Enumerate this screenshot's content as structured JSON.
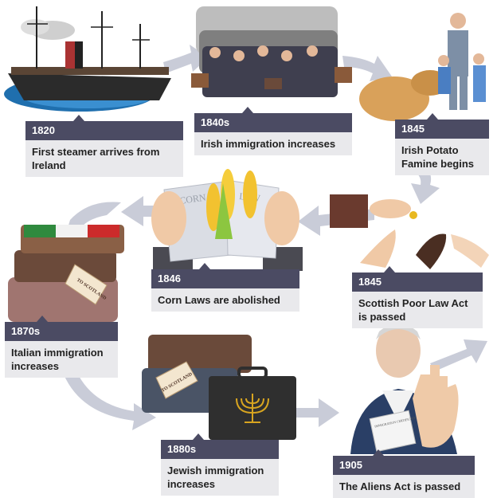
{
  "timeline": [
    {
      "year": "1820",
      "text": "First steamer arrives from Ireland"
    },
    {
      "year": "1840s",
      "text": "Irish immigration increases"
    },
    {
      "year": "1845",
      "text": "Irish Potato Famine begins"
    },
    {
      "year": "1845",
      "text": "Scottish Poor Law Act is passed"
    },
    {
      "year": "1846",
      "text": "Corn Laws are abolished"
    },
    {
      "year": "1870s",
      "text": "Italian immigration increases"
    },
    {
      "year": "1880s",
      "text": "Jewish immigration increases"
    },
    {
      "year": "1905",
      "text": "The Aliens Act is passed"
    }
  ],
  "art_labels": {
    "corn_left": "CORN",
    "corn_right": "LAW",
    "tag_1": "TO SCOTLAND",
    "tag_2": "TO SCOTLAND",
    "certificate": "IMMIGRATION CERTIFICATE"
  },
  "colors": {
    "card_header": "#4b4b63",
    "card_body": "#e9e9ec",
    "arrow": "#c9ccd8"
  }
}
